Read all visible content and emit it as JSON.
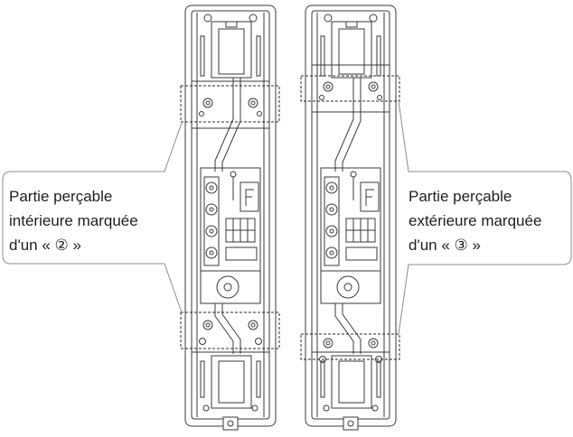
{
  "colors": {
    "drawing_lines": "#3a3a3a",
    "callout_outline": "#8c8c8c",
    "text": "#1e1e1e"
  },
  "callouts": {
    "left": {
      "lines": [
        "Partie perçable",
        "intérieure marquée",
        "d'un « ② »"
      ]
    },
    "right": {
      "lines": [
        "Partie perçable",
        "extérieure marquée",
        "d'un « ③ »"
      ]
    }
  }
}
